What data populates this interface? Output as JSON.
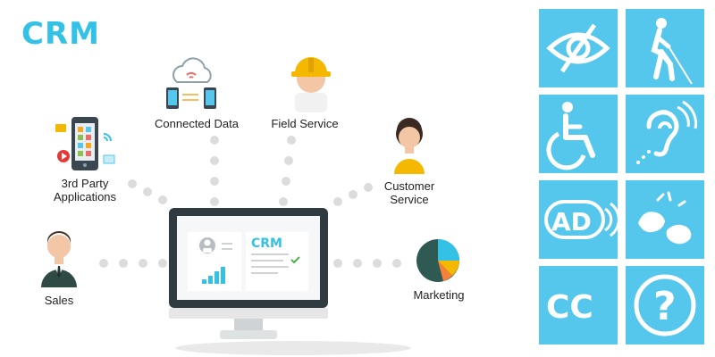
{
  "title": "CRM",
  "screen_title": "CRM",
  "nodes": {
    "connected_data": "Connected Data",
    "field_service": "Field Service",
    "third_party": "3rd Party Applications",
    "customer_service": "Customer Service",
    "sales": "Sales",
    "marketing": "Marketing"
  },
  "tiles": [
    {
      "icon": "low-vision-icon"
    },
    {
      "icon": "blind-person-icon"
    },
    {
      "icon": "wheelchair-icon"
    },
    {
      "icon": "hearing-assistance-icon"
    },
    {
      "icon": "audio-description-icon",
      "text": "AD"
    },
    {
      "icon": "sign-language-icon"
    },
    {
      "icon": "closed-captions-icon",
      "text": "CC"
    },
    {
      "icon": "question-icon",
      "text": "?"
    }
  ],
  "colors": {
    "accent": "#33c1e6",
    "tile": "#56c7ec",
    "dots": "#dcdcdc",
    "monitor": "#2f3b40"
  }
}
